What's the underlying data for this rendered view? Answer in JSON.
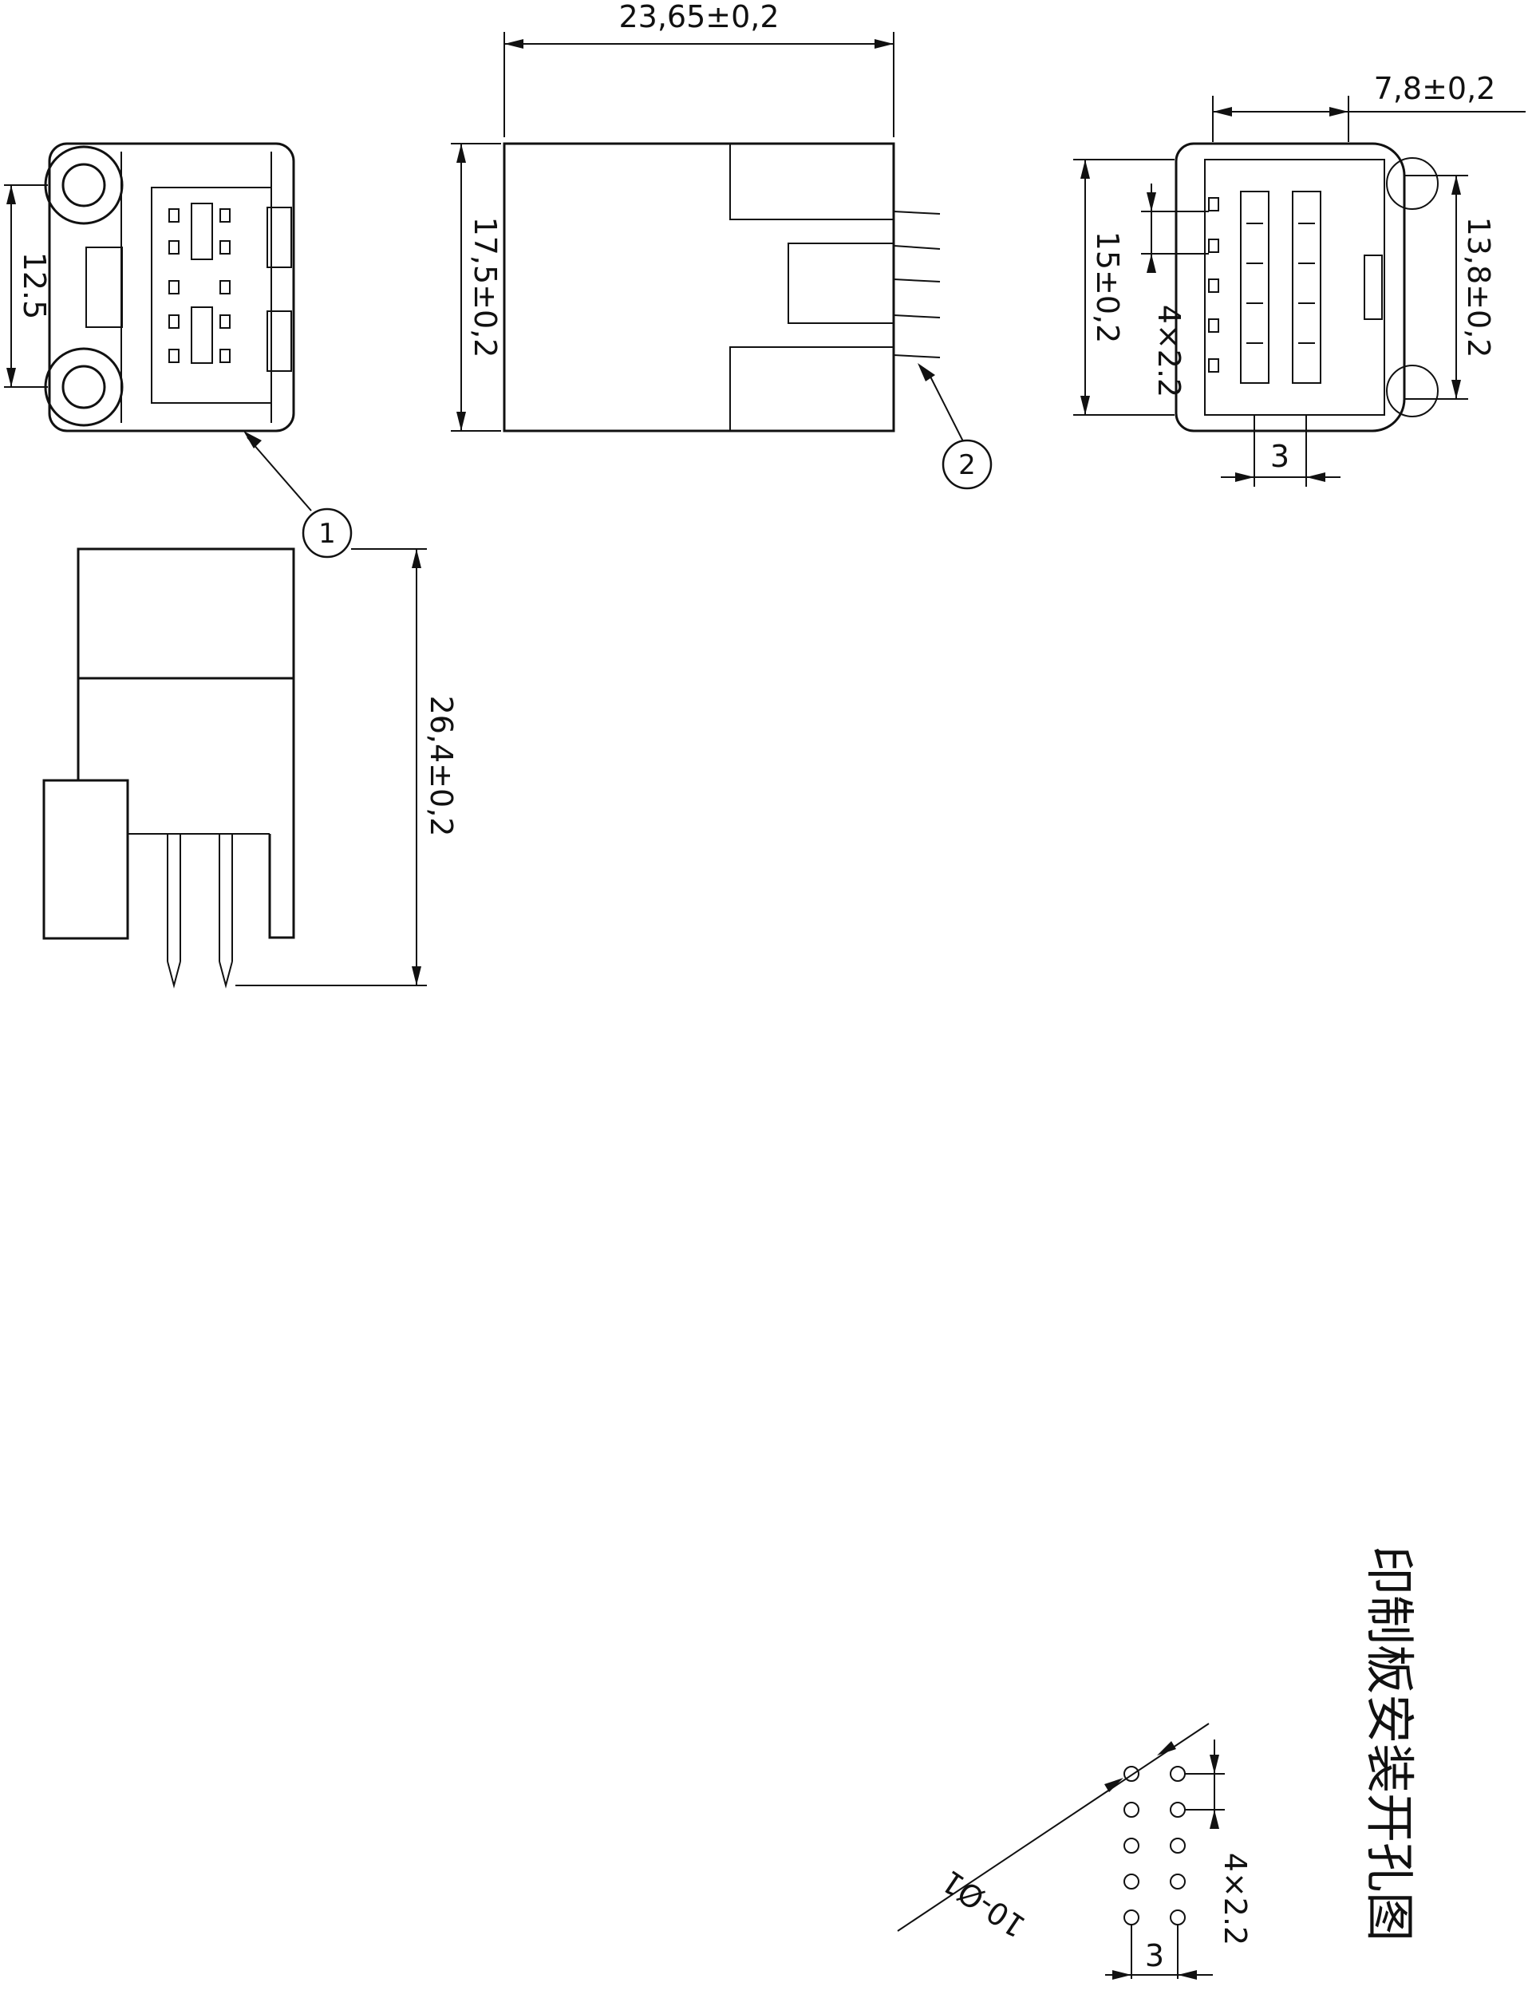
{
  "dimensions": {
    "width_top": "23,65±0,2",
    "height_side": "17,5±0,2",
    "front_pitch": "12.5",
    "right_width": "7,8±0,2",
    "right_h1": "15±0,2",
    "right_h2": "4×2.2",
    "right_h3": "13,8±0,2",
    "right_w3": "3",
    "bottom_height": "26,4±0,2",
    "pcb_pitch": "4×2.2",
    "pcb_pitch2": "3",
    "pcb_holes": "10-Ø1"
  },
  "balloons": {
    "b1": "1",
    "b2": "2"
  },
  "pcb_title": "印制板安装开孔图"
}
